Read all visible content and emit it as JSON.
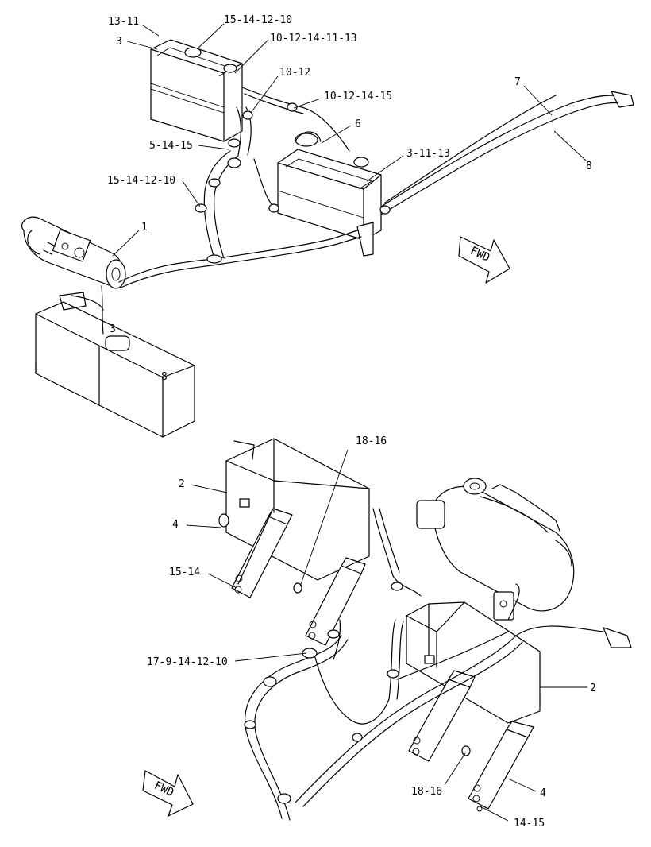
{
  "labels": {
    "top_13_11": "13-11",
    "top_15_14_12_10": "15-14-12-10",
    "top_10_12_14_11_13": "10-12-14-11-13",
    "top_3": "3",
    "top_10_12": "10-12",
    "top_10_12_14_15": "10-12-14-15",
    "top_7": "7",
    "top_6": "6",
    "top_5_14_15": "5-14-15",
    "top_3_11_13": "3-11-13",
    "top_8": "8",
    "top_15_14_12_10_b": "15-14-12-10",
    "top_1": "1",
    "bot_18_16_a": "18-16",
    "bot_2_a": "2",
    "bot_4_a": "4",
    "bot_15_14": "15-14",
    "bot_17_9_14_12_10": "17-9-14-12-10",
    "bot_2_b": "2",
    "bot_18_16_b": "18-16",
    "bot_4_b": "4",
    "bot_14_15": "14-15"
  },
  "battery_marks": {
    "negative": "3",
    "positive": "8"
  },
  "fwd_arrows": {
    "top": "FWD",
    "bottom": "FWD"
  }
}
